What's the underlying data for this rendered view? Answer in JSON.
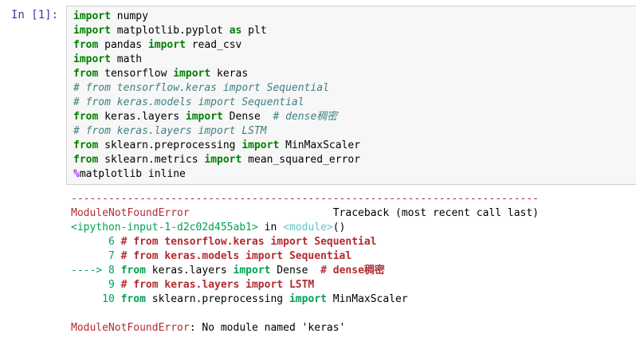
{
  "cell": {
    "prompt": "In  [1]:",
    "code": [
      [
        {
          "t": "import",
          "c": "kw"
        },
        {
          "t": " numpy",
          "c": "tx"
        }
      ],
      [
        {
          "t": "import",
          "c": "kw"
        },
        {
          "t": " matplotlib.pyplot ",
          "c": "tx"
        },
        {
          "t": "as",
          "c": "kw"
        },
        {
          "t": " plt",
          "c": "tx"
        }
      ],
      [
        {
          "t": "from",
          "c": "kw"
        },
        {
          "t": " pandas ",
          "c": "tx"
        },
        {
          "t": "import",
          "c": "kw"
        },
        {
          "t": " read_csv",
          "c": "tx"
        }
      ],
      [
        {
          "t": "import",
          "c": "kw"
        },
        {
          "t": " math",
          "c": "tx"
        }
      ],
      [
        {
          "t": "from",
          "c": "kw"
        },
        {
          "t": " tensorflow ",
          "c": "tx"
        },
        {
          "t": "import",
          "c": "kw"
        },
        {
          "t": " keras",
          "c": "tx"
        }
      ],
      [
        {
          "t": "# from tensorflow.keras import Sequential",
          "c": "cm"
        }
      ],
      [
        {
          "t": "# from keras.models import Sequential",
          "c": "cm"
        }
      ],
      [
        {
          "t": "from",
          "c": "kw"
        },
        {
          "t": " keras.layers ",
          "c": "tx"
        },
        {
          "t": "import",
          "c": "kw"
        },
        {
          "t": " Dense  ",
          "c": "tx"
        },
        {
          "t": "# dense稠密",
          "c": "cm"
        }
      ],
      [
        {
          "t": "# from keras.layers import LSTM",
          "c": "cm"
        }
      ],
      [
        {
          "t": "from",
          "c": "kw"
        },
        {
          "t": " sklearn.preprocessing ",
          "c": "tx"
        },
        {
          "t": "import",
          "c": "kw"
        },
        {
          "t": " MinMaxScaler",
          "c": "tx"
        }
      ],
      [
        {
          "t": "from",
          "c": "kw"
        },
        {
          "t": " sklearn.metrics ",
          "c": "tx"
        },
        {
          "t": "import",
          "c": "kw"
        },
        {
          "t": " mean_squared_error",
          "c": "tx"
        }
      ],
      [
        {
          "t": "%",
          "c": "mg"
        },
        {
          "t": "matplotlib inline",
          "c": "tx"
        }
      ]
    ]
  },
  "output": {
    "lines": [
      [
        {
          "t": "---------------------------------------------------------------------------",
          "c": "red"
        }
      ],
      [
        {
          "t": "ModuleNotFoundError",
          "c": "red"
        },
        {
          "t": "                       Traceback (most recent call last)",
          "c": "blk"
        }
      ],
      [
        {
          "t": "<ipython-input-1-d2c02d455ab1>",
          "c": "green"
        },
        {
          "t": " in ",
          "c": "blk"
        },
        {
          "t": "<module>",
          "c": "cyan"
        },
        {
          "t": "()",
          "c": "blk"
        }
      ],
      [
        {
          "t": "      6 ",
          "c": "green"
        },
        {
          "t": "# from tensorflow.keras import Sequential",
          "c": "rb"
        }
      ],
      [
        {
          "t": "      7 ",
          "c": "green"
        },
        {
          "t": "# from keras.models import Sequential",
          "c": "rb"
        }
      ],
      [
        {
          "t": "----> 8 ",
          "c": "green"
        },
        {
          "t": "from",
          "c": "gb"
        },
        {
          "t": " keras.layers ",
          "c": "blk"
        },
        {
          "t": "import",
          "c": "gb"
        },
        {
          "t": " Dense  ",
          "c": "blk"
        },
        {
          "t": "# dense稠密",
          "c": "rb"
        }
      ],
      [
        {
          "t": "      9 ",
          "c": "green"
        },
        {
          "t": "# from keras.layers import LSTM",
          "c": "rb"
        }
      ],
      [
        {
          "t": "     10 ",
          "c": "green"
        },
        {
          "t": "from",
          "c": "gb"
        },
        {
          "t": " sklearn",
          "c": "blk"
        },
        {
          "t": ".",
          "c": "blk"
        },
        {
          "t": "preprocessing ",
          "c": "blk"
        },
        {
          "t": "import",
          "c": "gb"
        },
        {
          "t": " MinMaxScaler",
          "c": "blk"
        }
      ],
      [
        {
          "t": "",
          "c": "blk"
        }
      ],
      [
        {
          "t": "ModuleNotFoundError",
          "c": "red"
        },
        {
          "t": ": No module named 'keras'",
          "c": "blk"
        }
      ]
    ]
  }
}
